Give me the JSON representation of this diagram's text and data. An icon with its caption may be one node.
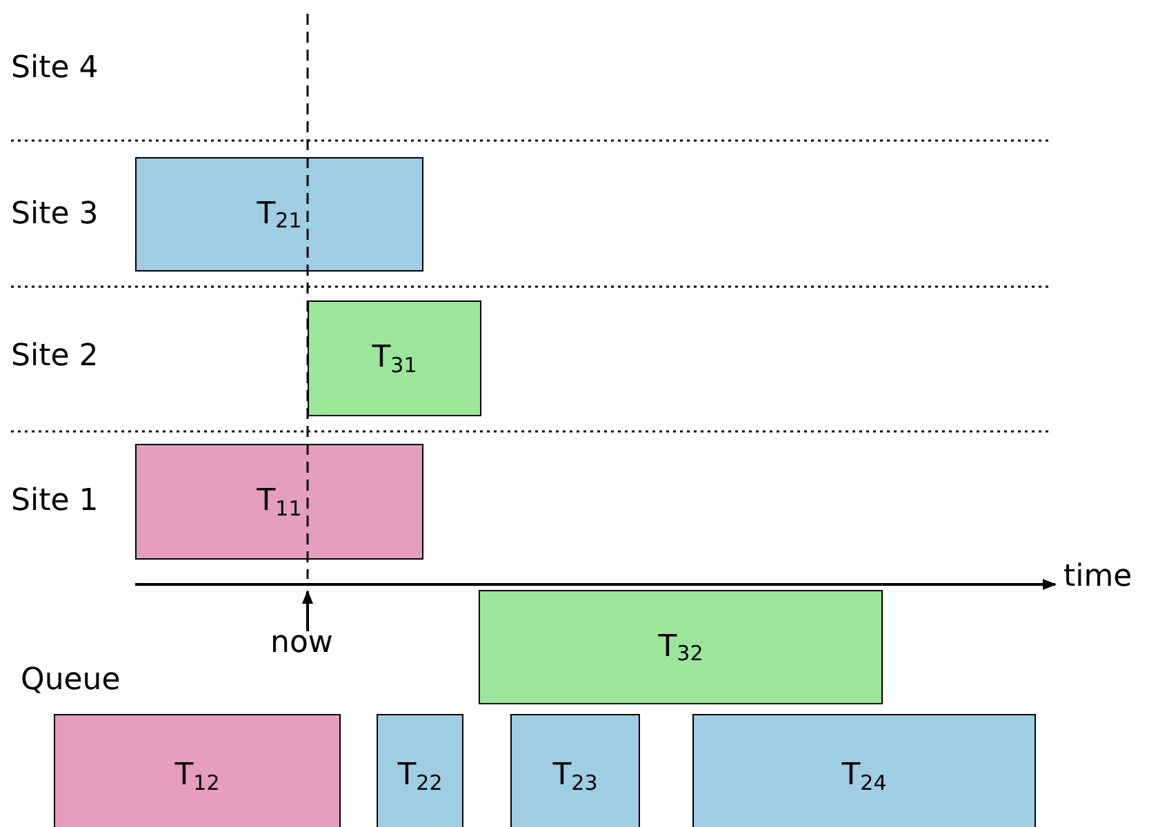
{
  "diagram": {
    "nodes": [
      {
        "text": [
          "T$_{21}$"
        ]
      },
      {
        "text": [
          "T$_{31}$"
        ]
      },
      {
        "text": [
          "T$_{11}$"
        ]
      },
      {
        "text": [
          "T$_{32}$"
        ]
      },
      {
        "text": [
          "T$_{12}$"
        ]
      },
      {
        "text": [
          "T$_{22}$"
        ]
      },
      {
        "text": [
          "T$_{23}$"
        ]
      },
      {
        "text": [
          "T$_{24}$"
        ]
      }
    ],
    "edges": [],
    "labels": [
      "Site 4",
      "Site 3",
      "Site 2",
      "Site 1",
      "time",
      "now",
      "Queue"
    ]
  }
}
